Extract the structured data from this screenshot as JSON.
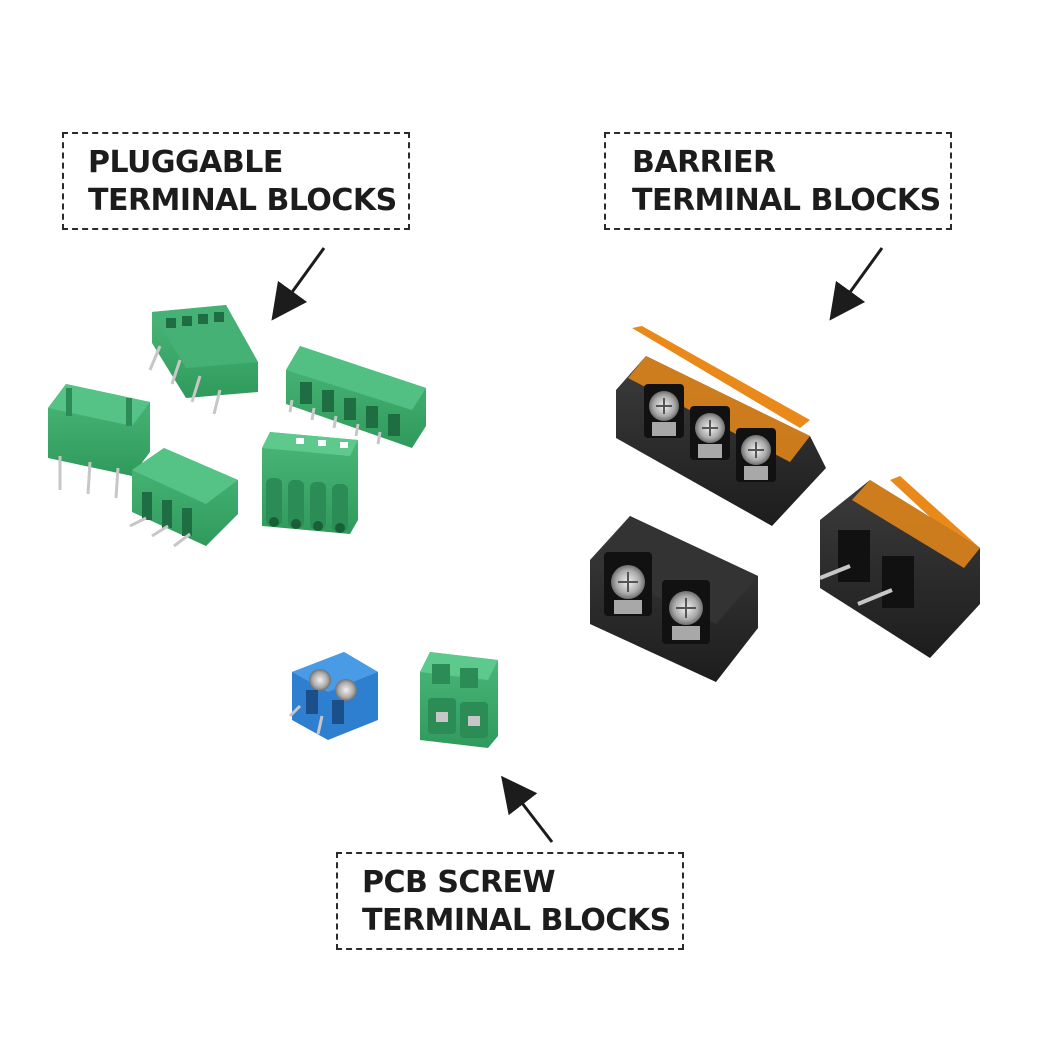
{
  "labels": {
    "pluggable": {
      "line1": "PLUGGABLE",
      "line2": "TERMINAL BLOCKS"
    },
    "barrier": {
      "line1": "BARRIER",
      "line2": "TERMINAL BLOCKS"
    },
    "pcb_screw": {
      "line1": "PCB SCREW",
      "line2": "TERMINAL BLOCKS"
    }
  },
  "colors": {
    "green_block": "#3aa66a",
    "green_dark": "#25804e",
    "blue_block": "#2f7fd0",
    "black_block": "#2a2a2a",
    "orange_cover": "#e8891a",
    "metal": "#b8b8b8",
    "label_border": "#2b2b2b"
  }
}
